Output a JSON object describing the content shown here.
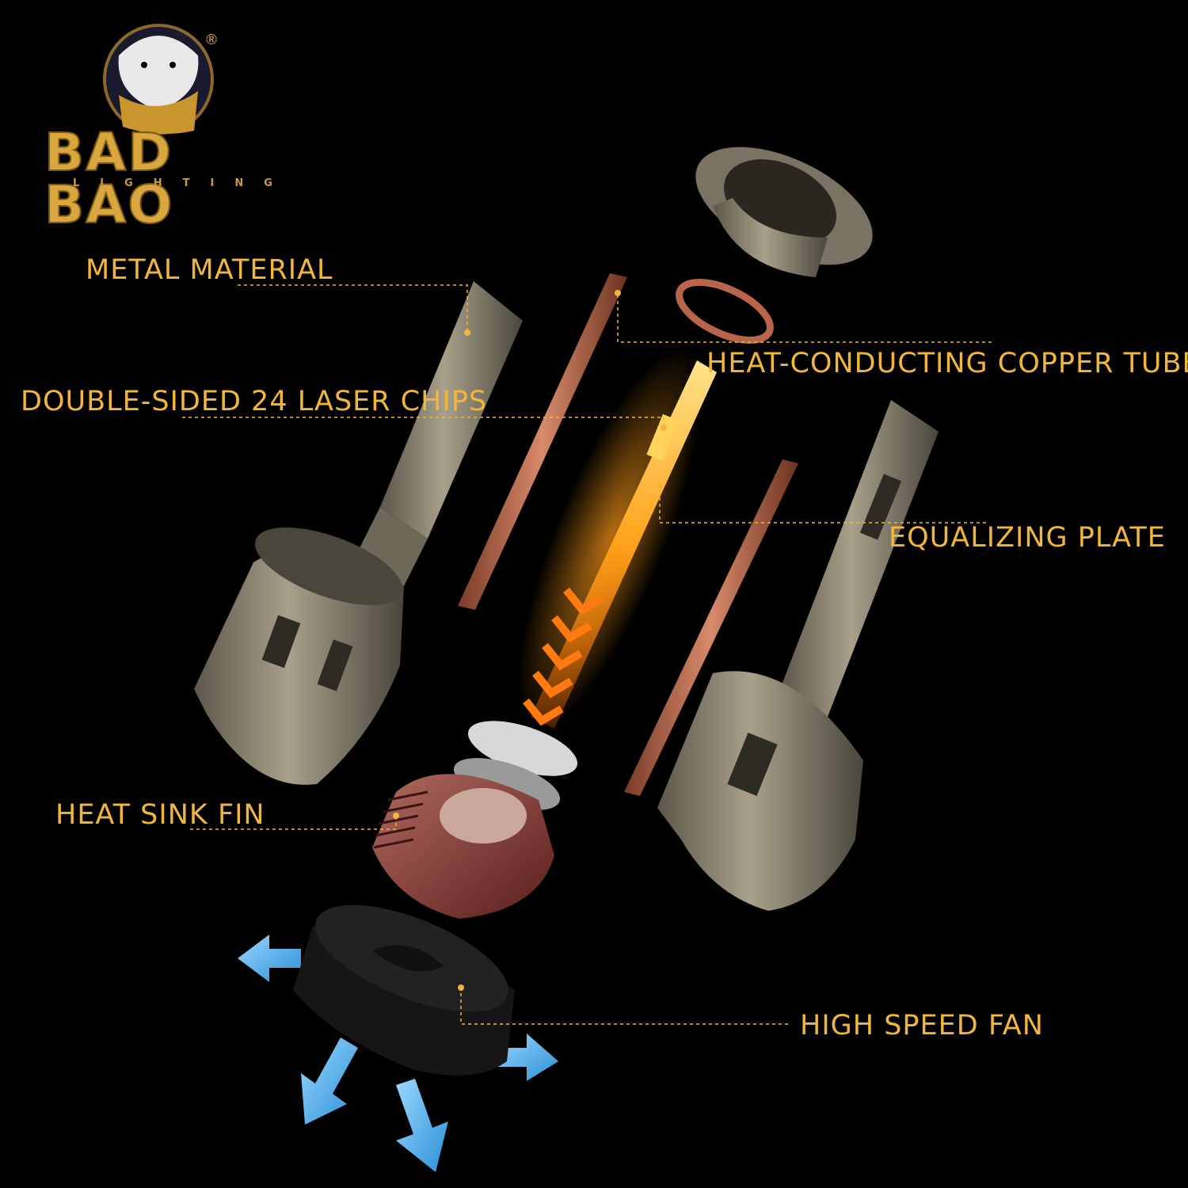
{
  "brand": {
    "name": "BAD BAO",
    "tagline": "LIGHTING",
    "registered_mark": "®"
  },
  "labels": {
    "metal_material": "METAL MATERIAL",
    "copper_tube": "HEAT-CONDUCTING COPPER TUBE",
    "laser_chips": "DOUBLE-SIDED 24 LASER CHIPS",
    "equalizing_plate": "EQUALIZING PLATE",
    "heat_sink_fin": "HEAT SINK FIN",
    "high_speed_fan": "HIGH SPEED FAN"
  },
  "colors": {
    "label_gold": "#f2b73a",
    "metal": "#8b8470",
    "copper": "#b8654a",
    "glow": "#ffa21a",
    "heatsink": "#7a2e2a",
    "airflow": "#4fb4ef",
    "fan": "#161616"
  }
}
